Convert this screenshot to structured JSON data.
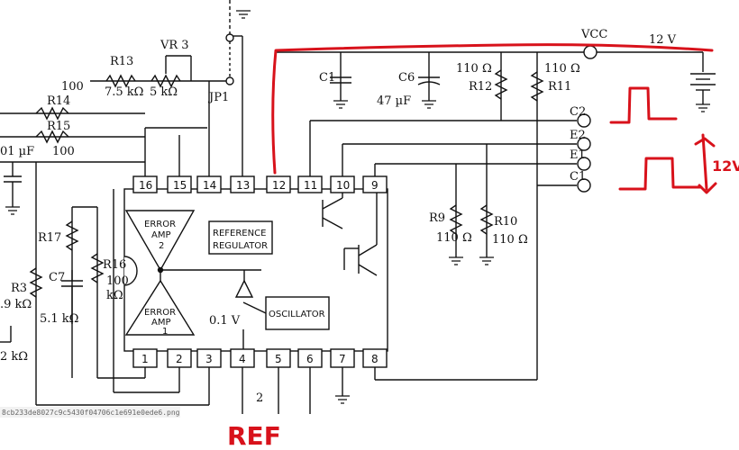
{
  "schematic": {
    "pins": [
      "16",
      "15",
      "14",
      "13",
      "12",
      "11",
      "10",
      "9",
      "1",
      "2",
      "3",
      "4",
      "5",
      "6",
      "7",
      "8"
    ],
    "labels": {
      "r13": "R13",
      "r13_val": "7.5 kΩ",
      "vr3": "VR 3",
      "vr3_val": "5 kΩ",
      "jp1": "JP1",
      "r14": "R14",
      "r15": "R15",
      "r15_val": "100",
      "top_100": "100",
      "cap_partial": "01 µF",
      "r17": "R17",
      "c7": "C7",
      "c7_val": "5.1 kΩ",
      "r16": "R16",
      "r16_val1": "100",
      "r16_val2": "kΩ",
      "r3": "R3",
      "r3_val": ".9 kΩ",
      "left_bottom_val": "2 kΩ",
      "c1": "C1",
      "c6": "C6",
      "c6_val": "47 µF",
      "r12": "R12",
      "r12_val": "110 Ω",
      "r11": "R11",
      "r11_val": "110 Ω",
      "vcc": "VCC",
      "v12": "12 V",
      "c2": "C2",
      "e2": "E2",
      "e1": "E1",
      "c1_out": "C1",
      "r9": "R9",
      "r9_val": "110 Ω",
      "r10": "R10",
      "r10_val": "110 Ω",
      "error_amp2_l1": "ERROR",
      "error_amp2_l2": "AMP",
      "error_amp2_l3": "2",
      "error_amp1_l1": "ERROR",
      "error_amp1_l2": "AMP",
      "error_amp1_l3": "1",
      "ref_reg_l1": "REFERENCE",
      "ref_reg_l2": "REGULATOR",
      "oscillator": "OSCILLATOR",
      "v01": "0.1 V",
      "cap_bottom": "2",
      "filename": "8cb233de8027c9c5430f04706c1e691e0ede6.png"
    },
    "annotations": {
      "ref": "REF",
      "pulse_label": "12V"
    },
    "colors": {
      "ink": "#111111",
      "annotation": "#d8121b"
    }
  }
}
